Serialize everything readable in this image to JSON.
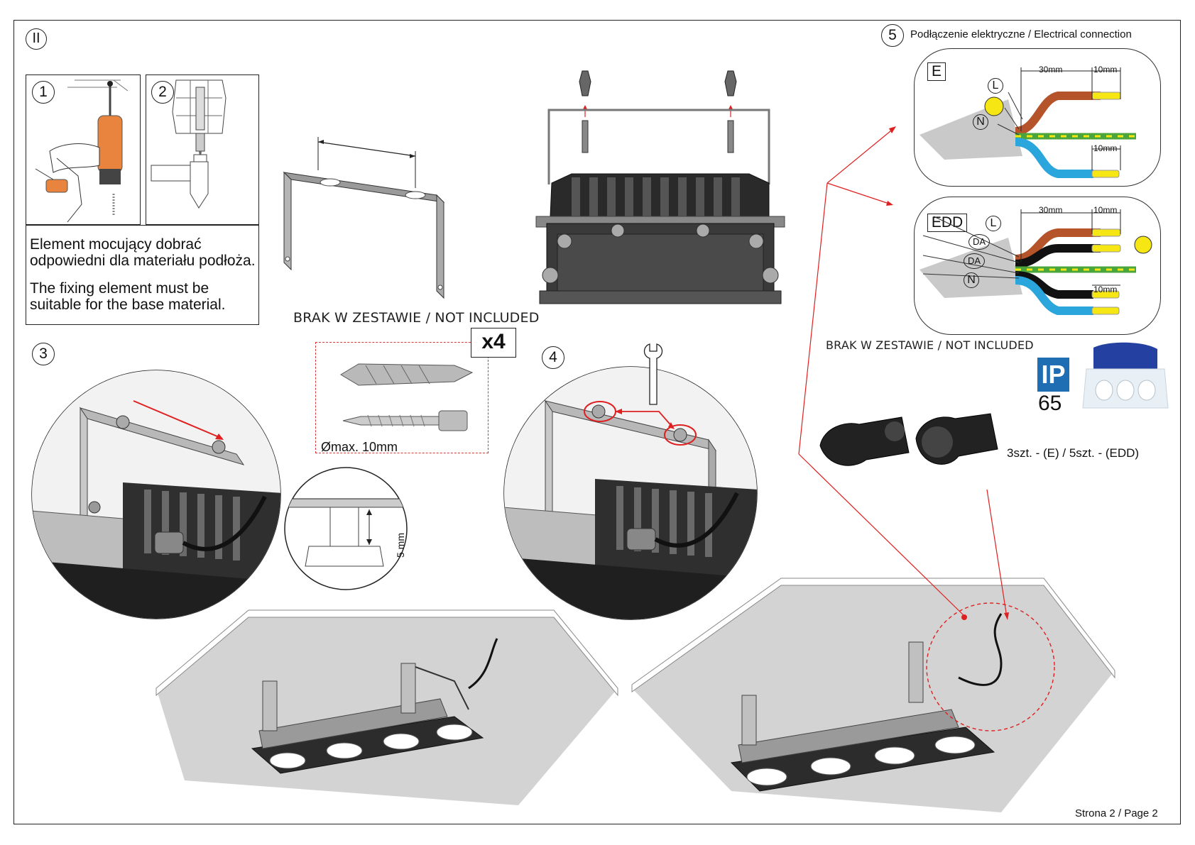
{
  "page": {
    "part_label": "II",
    "footer": "Strona 2 / Page 2"
  },
  "steps": {
    "s1": "1",
    "s2": "2",
    "s3": "3",
    "s4": "4",
    "s5": "5"
  },
  "note": {
    "pl_line1": "Element mocujący dobrać",
    "pl_line2": "odpowiedni dla materiału podłoża.",
    "en_line1": "The fixing element must be",
    "en_line2": "suitable for the base material."
  },
  "hardware": {
    "not_included": "BRAK W ZESTAWIE / NOT INCLUDED",
    "quantity": "x4",
    "diameter": "Ømax. 10mm",
    "nut_gap": "5 mm"
  },
  "electrical": {
    "title": "Podłączenie elektryczne / Electrical connection",
    "variant_e": "E",
    "variant_edd": "EDD",
    "strip_30": "30mm",
    "strip_10": "10mm",
    "wire_l": "L",
    "wire_n": "N",
    "wire_da": "DA",
    "not_included": "BRAK W ZESTAWIE / NOT INCLUDED",
    "ip_label": "IP",
    "ip_value": "65",
    "connector_count": "3szt. - (E) / 5szt. - (EDD)"
  },
  "colors": {
    "brown_wire": "#b5532a",
    "blue_wire": "#2aa6dc",
    "green_wire": "#4aa53a",
    "yellow_wire": "#f5e614",
    "ip_blue": "#1f6db3",
    "arrow_red": "#e02020"
  }
}
